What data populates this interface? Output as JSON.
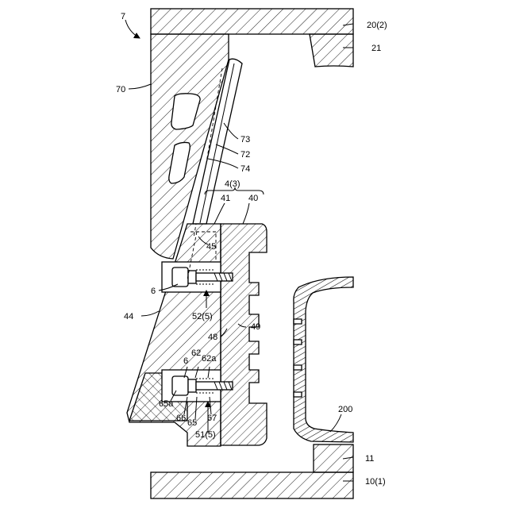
{
  "labels": {
    "assembly": "7",
    "upper_base": "20(2)",
    "upper_ring": "21",
    "segment_body": "70",
    "l73": "73",
    "l72": "72",
    "l74": "74",
    "sector": "4(3)",
    "l41": "41",
    "l40": "40",
    "l45": "45",
    "l6_top": "6",
    "l52": "52(5)",
    "l44": "44",
    "l48": "48",
    "l49": "49",
    "l6_bottom": "6",
    "l62": "62",
    "l62a": "62a",
    "l65a": "65a",
    "l66": "66",
    "l65": "65",
    "l67": "67",
    "l51": "51(5)",
    "tire": "200",
    "lower_ring": "11",
    "lower_base": "10(1)"
  }
}
